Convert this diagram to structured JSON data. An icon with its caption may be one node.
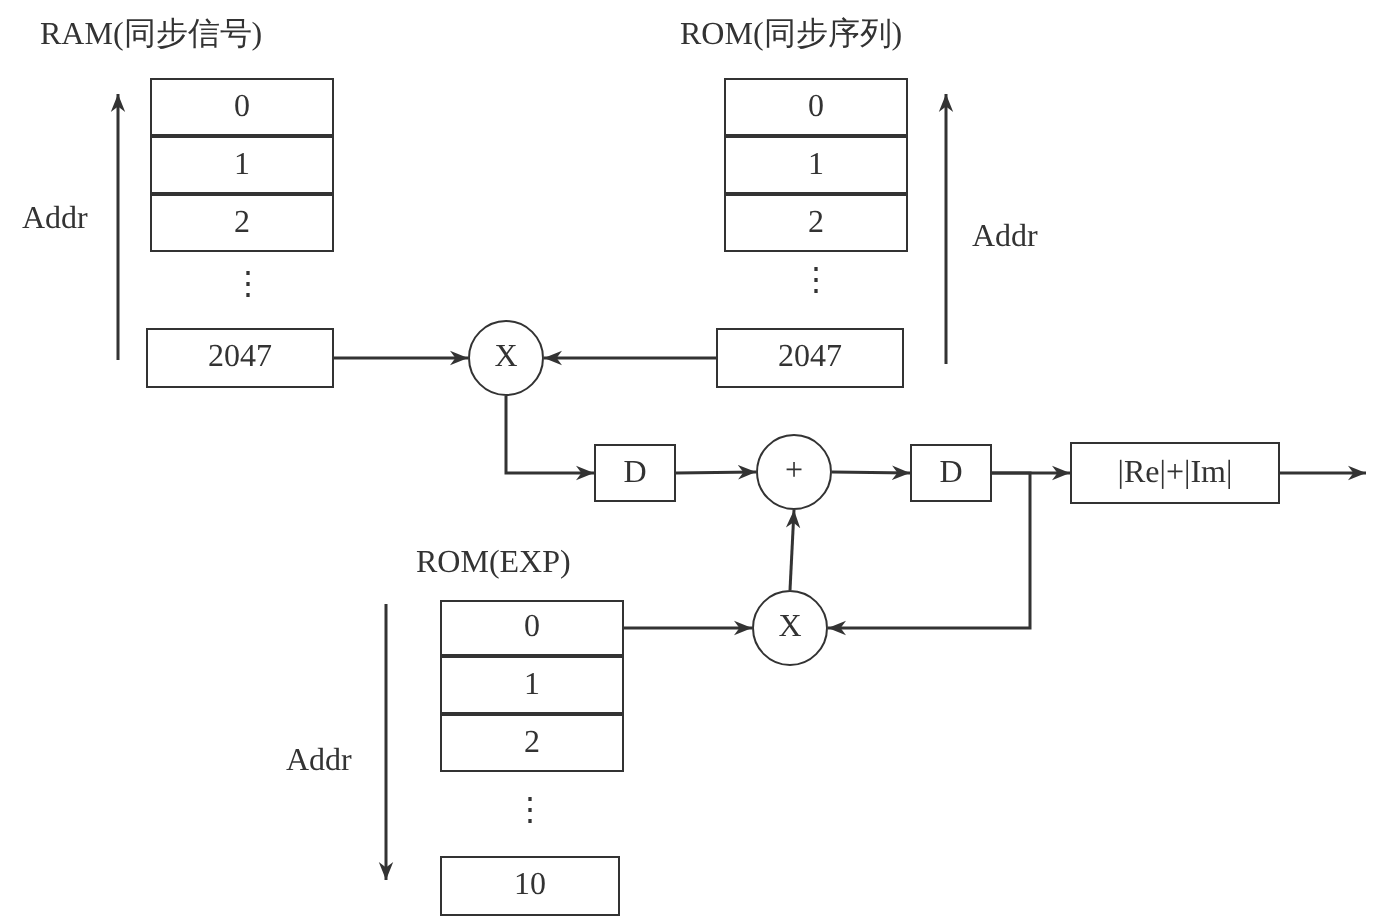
{
  "diagram": {
    "nodes": [
      {
        "text": [
          "0"
        ]
      },
      {
        "text": [
          "1"
        ]
      },
      {
        "text": [
          "2"
        ]
      },
      {
        "text": [
          "2047"
        ]
      },
      {
        "text": [
          "0"
        ]
      },
      {
        "text": [
          "1"
        ]
      },
      {
        "text": [
          "2"
        ]
      },
      {
        "text": [
          "2047"
        ]
      },
      {
        "text": [
          "X"
        ]
      },
      {
        "text": [
          "D"
        ]
      },
      {
        "text": [
          "+"
        ]
      },
      {
        "text": [
          "D"
        ]
      },
      {
        "text": [
          "|Re|+|Im|"
        ]
      },
      {
        "text": [
          "X"
        ]
      },
      {
        "text": [
          "0"
        ]
      },
      {
        "text": [
          "1"
        ]
      },
      {
        "text": [
          "2"
        ]
      },
      {
        "text": [
          "10"
        ]
      }
    ],
    "edges": [
      {
        "from": 3,
        "to": 8,
        "arrow": "to"
      },
      {
        "from": 7,
        "to": 8,
        "arrow": "to"
      },
      {
        "from": 8,
        "to": 9,
        "arrow": "to"
      },
      {
        "from": 9,
        "to": 10,
        "arrow": "to"
      },
      {
        "from": 10,
        "to": 11,
        "arrow": "to"
      },
      {
        "from": 11,
        "to": 12,
        "arrow": "to"
      },
      {
        "from": 11,
        "to": 13,
        "arrow": "to"
      },
      {
        "from": 13,
        "to": 10,
        "arrow": "to"
      },
      {
        "from": 14,
        "to": 13,
        "arrow": "to"
      },
      {
        "from": 12,
        "to": null,
        "arrow": "to"
      }
    ],
    "labels": [
      "RAM(同步信号)",
      "ROM(同步序列)",
      "Addr",
      "Addr",
      "⋮",
      "⋮",
      "ROM(EXP)",
      "Addr",
      "⋮"
    ]
  }
}
